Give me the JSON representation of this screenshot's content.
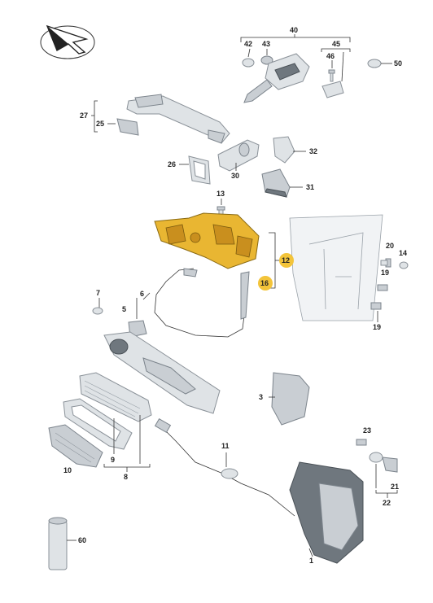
{
  "diagram": {
    "callouts": {
      "p1": "1",
      "p3": "3",
      "p5": "5",
      "p6": "6",
      "p7": "7",
      "p8": "8",
      "p9": "9",
      "p10": "10",
      "p11": "11",
      "p12": "12",
      "p13": "13",
      "p14": "14",
      "p16": "16",
      "p19a": "19",
      "p19b": "19",
      "p20": "20",
      "p21": "21",
      "p22": "22",
      "p23": "23",
      "p25": "25",
      "p26": "26",
      "p27": "27",
      "p30": "30",
      "p31": "31",
      "p32": "32",
      "p40": "40",
      "p42": "42",
      "p43": "43",
      "p45": "45",
      "p46": "46",
      "p50": "50",
      "p60": "60"
    },
    "highlight_color": "#f3c43a",
    "part_color_gold": "#e9b632",
    "part_color_gray": "#dfe3e6"
  }
}
